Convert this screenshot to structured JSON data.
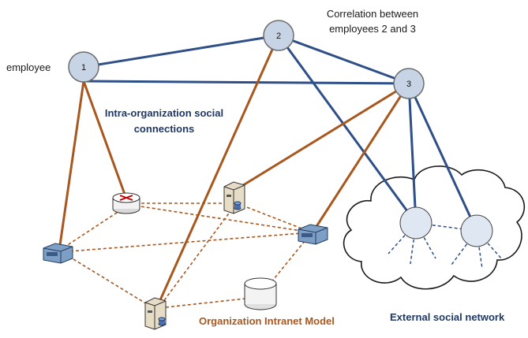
{
  "labels": {
    "employee": "employee",
    "correlation_line1": "Correlation between",
    "correlation_line2": "employees 2 and 3",
    "intra_line1": "Intra-organization social",
    "intra_line2": "connections",
    "intranet": "Organization Intranet Model",
    "external": "External social network"
  },
  "employees": [
    {
      "id": "1",
      "label": "1"
    },
    {
      "id": "2",
      "label": "2"
    },
    {
      "id": "3",
      "label": "3"
    }
  ],
  "colors": {
    "social_link": "#2e4f87",
    "org_link": "#a8571f",
    "node_fill": "#c6d4e6",
    "node_stroke": "#6d6d6d",
    "intra_label": "#1f3864",
    "intranet_label": "#a8571f",
    "external_label": "#1f3864",
    "ext_dash": "#2e4f87"
  },
  "icons": [
    "router-icon",
    "server-icon",
    "switch-icon",
    "database-icon",
    "cloud-icon"
  ]
}
